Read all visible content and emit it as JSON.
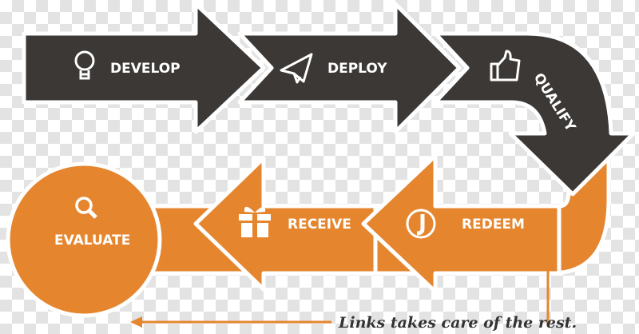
{
  "steps": {
    "develop": "DEVELOP",
    "deploy": "DEPLOY",
    "qualify": "QUALIFY",
    "redeem": "REDEEM",
    "receive": "RECEIVE",
    "evaluate": "EVALUATE"
  },
  "caption": "Links takes care of the rest.",
  "colors": {
    "dark": "#3b3835",
    "orange": "#e5862f",
    "outline": "#ffffff"
  }
}
